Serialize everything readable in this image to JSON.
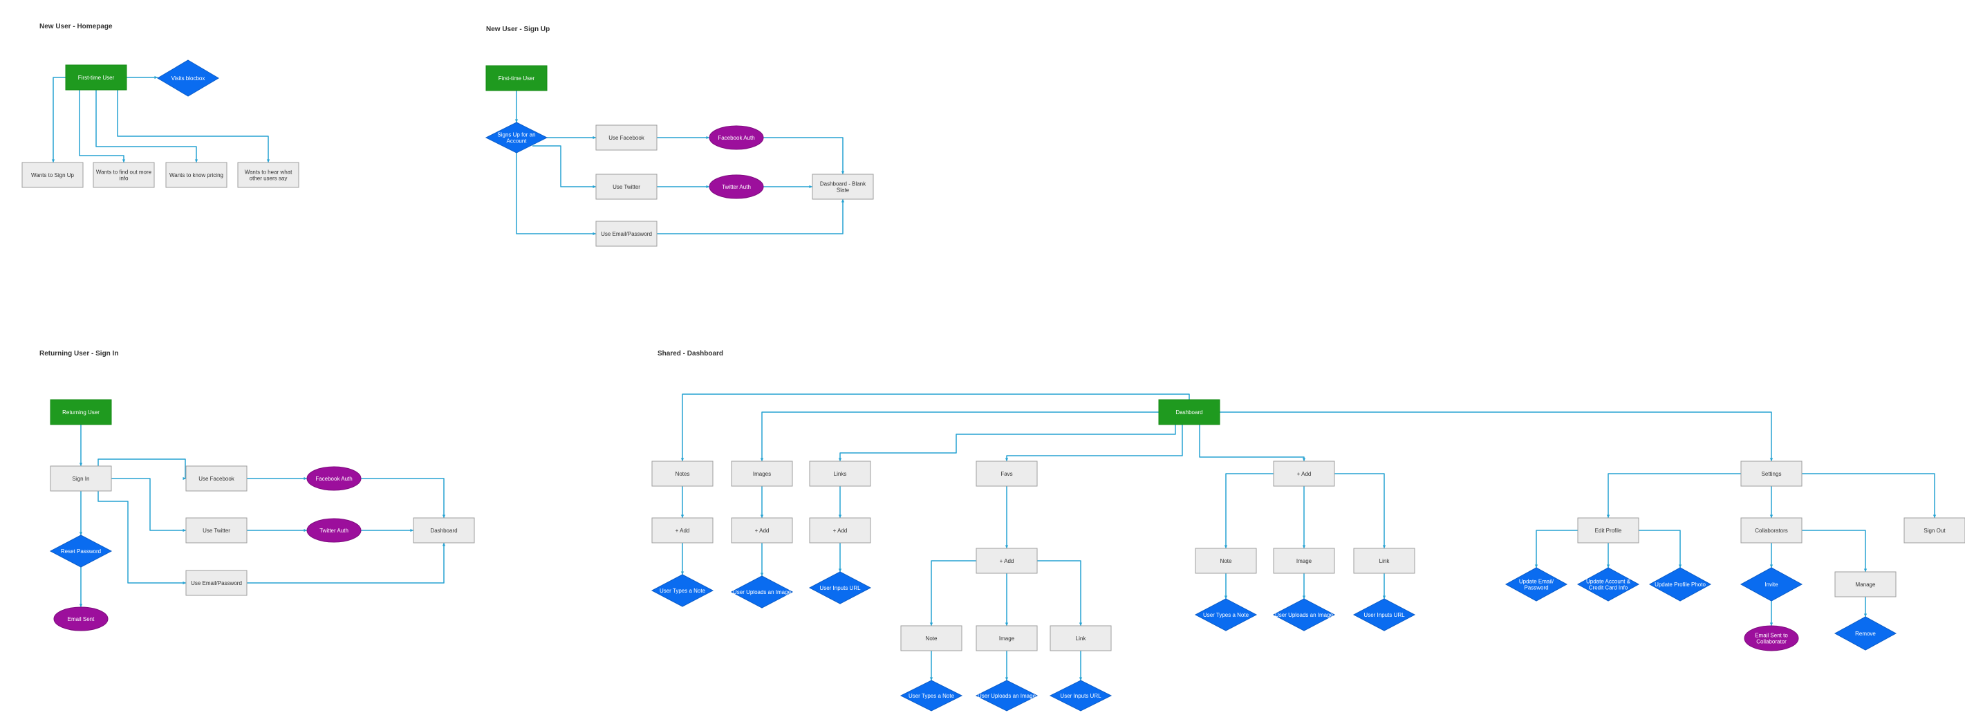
{
  "sections": {
    "homepage": "New User - Homepage",
    "signup": "New User - Sign Up",
    "signin": "Returning User - Sign In",
    "dashboard": "Shared - Dashboard"
  },
  "nodes": {
    "hp_first": "First-time User",
    "hp_visits": "Visits blocbox",
    "hp_signup": "Wants to Sign Up",
    "hp_info": [
      "Wants to find out more",
      "info"
    ],
    "hp_pricing": "Wants to know pricing",
    "hp_hear": [
      "Wants to hear what",
      "other users say"
    ],
    "su_first": "First-time User",
    "su_signup": [
      "Signs Up for an",
      "Account"
    ],
    "su_fb": "Use Facebook",
    "su_tw": "Use Twitter",
    "su_email": "Use Email/Password",
    "su_fbauth": "Facebook Auth",
    "su_twauth": "Twitter Auth",
    "su_dash": [
      "Dashboard - Blank",
      "Slate"
    ],
    "si_ret": "Returning User",
    "si_signin": "Sign In",
    "si_fb": "Use Facebook",
    "si_tw": "Use Twitter",
    "si_email": "Use Email/Password",
    "si_fbauth": "Facebook Auth",
    "si_twauth": "Twitter Auth",
    "si_dash": "Dashboard",
    "si_reset": "Reset Password",
    "si_sent": "Email Sent",
    "d_dash": "Dashboard",
    "d_notes": "Notes",
    "d_images": "Images",
    "d_links": "Links",
    "d_favs": "Favs",
    "d_add": "+ Add",
    "d_settings": "Settings",
    "d_notes_add": "+ Add",
    "d_images_add": "+ Add",
    "d_links_add": "+ Add",
    "d_notes_type": "User Types a Note",
    "d_images_up": "User Uploads an Image",
    "d_links_url": "User Inputs URL",
    "d_favs_add": "+ Add",
    "d_favs_note": "Note",
    "d_favs_image": "Image",
    "d_favs_link": "Link",
    "d_favs_note_t": "User Types a Note",
    "d_favs_image_u": "User Uploads an Image",
    "d_favs_link_u": "User Inputs URL",
    "d_add_note": "Note",
    "d_add_image": "Image",
    "d_add_link": "Link",
    "d_add_note_t": "User Types a Note",
    "d_add_image_u": "User Uploads an Image",
    "d_add_link_u": "User Inputs URL",
    "d_edit": "Edit Profile",
    "d_collab": "Collaborators",
    "d_signout": "Sign Out",
    "d_upd_email": [
      "Update Email/",
      "Password"
    ],
    "d_upd_acct": [
      "Update Account &",
      "Credit Card Info"
    ],
    "d_upd_photo": "Update Profile Photo",
    "d_invite": "Invite",
    "d_manage": "Manage",
    "d_emailsent": [
      "Email Sent to",
      "Collaborator"
    ],
    "d_remove": "Remove"
  },
  "colors": {
    "start_node": "#1f9a1f",
    "process_node": "#ececec",
    "auth_ellipse": "#9c0f9c",
    "decision_diamond": "#0a6cf0",
    "connector": "#26a2d2"
  }
}
